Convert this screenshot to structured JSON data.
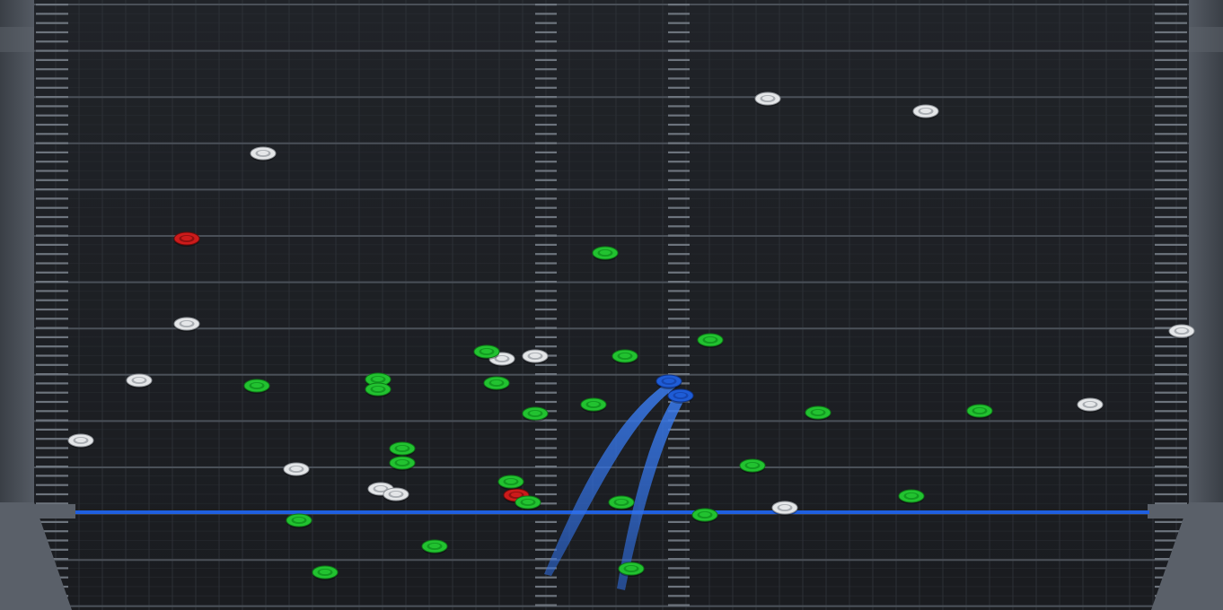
{
  "game": {
    "view": "top-down field",
    "colors": {
      "background": "#1c1e22",
      "field": "#1f2227",
      "yard_line": "#4a5058",
      "grid_line": "#2c3036",
      "hash_mark": "#6d747d",
      "rails": "#4c525b",
      "scrimmage_line": "#1f5fe0",
      "route": "#2f6fe6",
      "player_green": "#22c230",
      "player_white": "#e4e6e8",
      "player_red": "#cc1b1b",
      "player_blue": "#1e5cd6"
    },
    "player_types": {
      "green": "offense-player",
      "white": "defense-player",
      "red": "highlighted-defender",
      "blue": "ball-carrier"
    },
    "route_count": 2
  }
}
